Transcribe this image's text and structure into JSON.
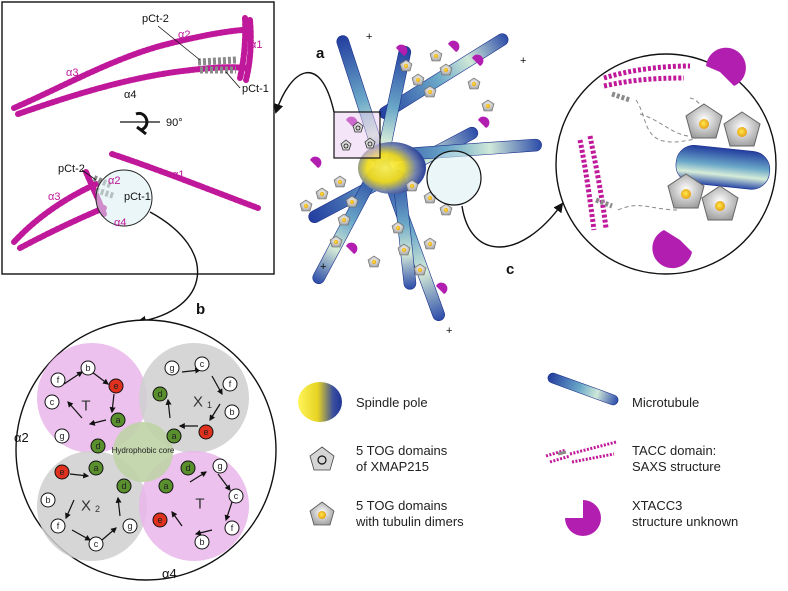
{
  "panel_labels": {
    "a": "a",
    "b": "b",
    "c": "c"
  },
  "structure_box": {
    "top_labels": {
      "alpha1": "α1",
      "alpha2": "α2",
      "alpha3": "α3",
      "alpha4": "α4",
      "pct1": "pCt-1",
      "pct2": "pCt-2"
    },
    "rotation_label": "90°",
    "bottom_labels": {
      "alpha1": "α1",
      "alpha2": "α2",
      "alpha3": "α3",
      "alpha4": "α4",
      "pct1": "pCt-1",
      "pct2": "pCt-2"
    }
  },
  "spindle": {
    "plus_signs": [
      "+",
      "+",
      "+",
      "+"
    ]
  },
  "helical_wheel": {
    "alpha2_label": "α2",
    "alpha4_label": "α4",
    "core_label": "Hydrophobic core",
    "quadrants": [
      {
        "name": "T",
        "name_sub": "",
        "letters": [
          "f",
          "b",
          "e",
          "c",
          "a",
          "g",
          "d"
        ]
      },
      {
        "name": "X",
        "name_sub": "1",
        "letters": [
          "c",
          "g",
          "f",
          "d",
          "a",
          "b",
          "e"
        ]
      },
      {
        "name": "X",
        "name_sub": "2",
        "letters": [
          "e",
          "a",
          "b",
          "d",
          "f",
          "g",
          "c"
        ]
      },
      {
        "name": "T",
        "name_sub": "",
        "letters": [
          "d",
          "a",
          "g",
          "e",
          "c",
          "f",
          "b"
        ]
      }
    ]
  },
  "legend": [
    {
      "icon": "spindle-pole-icon",
      "text": [
        "Spindle pole"
      ]
    },
    {
      "icon": "microtubule-icon",
      "text": [
        "Microtubule"
      ]
    },
    {
      "icon": "tog-domain-icon",
      "text": [
        "5 TOG domains",
        "of XMAP215"
      ]
    },
    {
      "icon": "tacc-domain-icon",
      "text": [
        "TACC domain:",
        "SAXS structure"
      ]
    },
    {
      "icon": "tog-tubulin-icon",
      "text": [
        "5 TOG domains",
        "with tubulin dimers"
      ]
    },
    {
      "icon": "xtacc3-icon",
      "text": [
        "XTACC3",
        "structure unknown"
      ]
    }
  ],
  "colors": {
    "magenta": "#c0189a",
    "blue": "#1f3b9e",
    "yellow": "#f2e12a",
    "green": "#5a8f2e",
    "red": "#e0301e",
    "pink_disc": "#e9b6ea",
    "grey_disc": "#cfcfcf"
  }
}
